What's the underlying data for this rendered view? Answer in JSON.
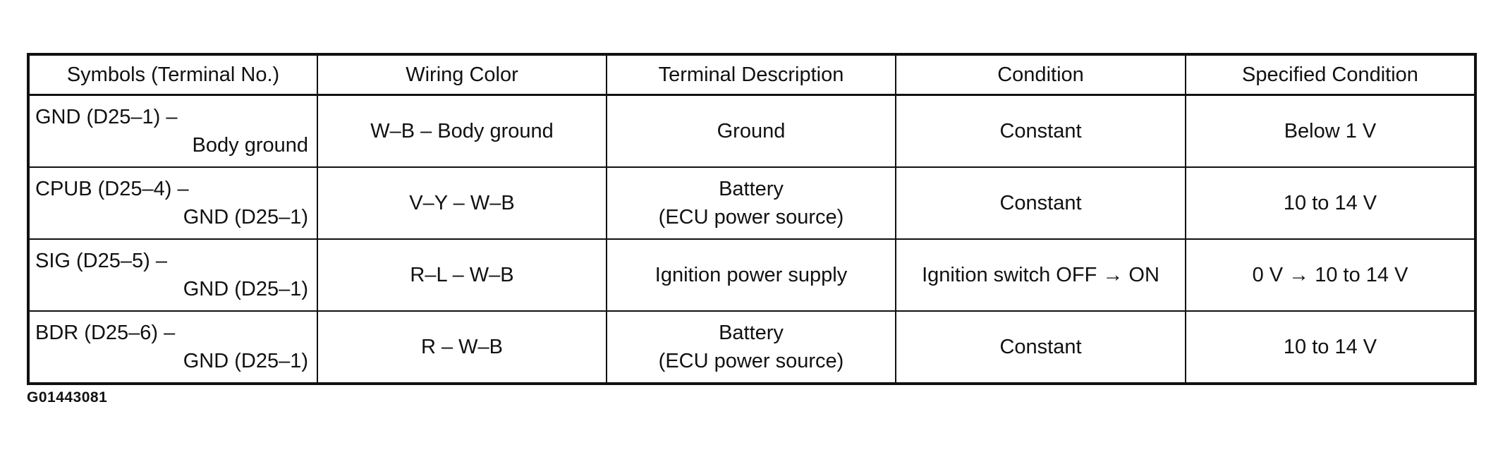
{
  "table": {
    "headers": [
      "Symbols (Terminal No.)",
      "Wiring Color",
      "Terminal Description",
      "Condition",
      "Specified Condition"
    ],
    "rows": [
      {
        "symbol_line1": "GND (D25–1) –",
        "symbol_line2": "Body ground",
        "wiring_color": "W–B – Body ground",
        "description_line1": "Ground",
        "description_line2": "",
        "condition": "Constant",
        "specified": "Below 1 V"
      },
      {
        "symbol_line1": "CPUB (D25–4) –",
        "symbol_line2": "GND (D25–1)",
        "wiring_color": "V–Y – W–B",
        "description_line1": "Battery",
        "description_line2": "(ECU power source)",
        "condition": "Constant",
        "specified": "10 to 14 V"
      },
      {
        "symbol_line1": "SIG (D25–5) –",
        "symbol_line2": "GND (D25–1)",
        "wiring_color": "R–L – W–B",
        "description_line1": "Ignition power supply",
        "description_line2": "",
        "condition": "Ignition switch OFF → ON",
        "specified": "0 V → 10 to 14 V"
      },
      {
        "symbol_line1": "BDR (D25–6) –",
        "symbol_line2": "GND (D25–1)",
        "wiring_color": "R – W–B",
        "description_line1": "Battery",
        "description_line2": "(ECU power source)",
        "condition": "Constant",
        "specified": "10 to 14 V"
      }
    ]
  },
  "figure_id": "G01443081"
}
